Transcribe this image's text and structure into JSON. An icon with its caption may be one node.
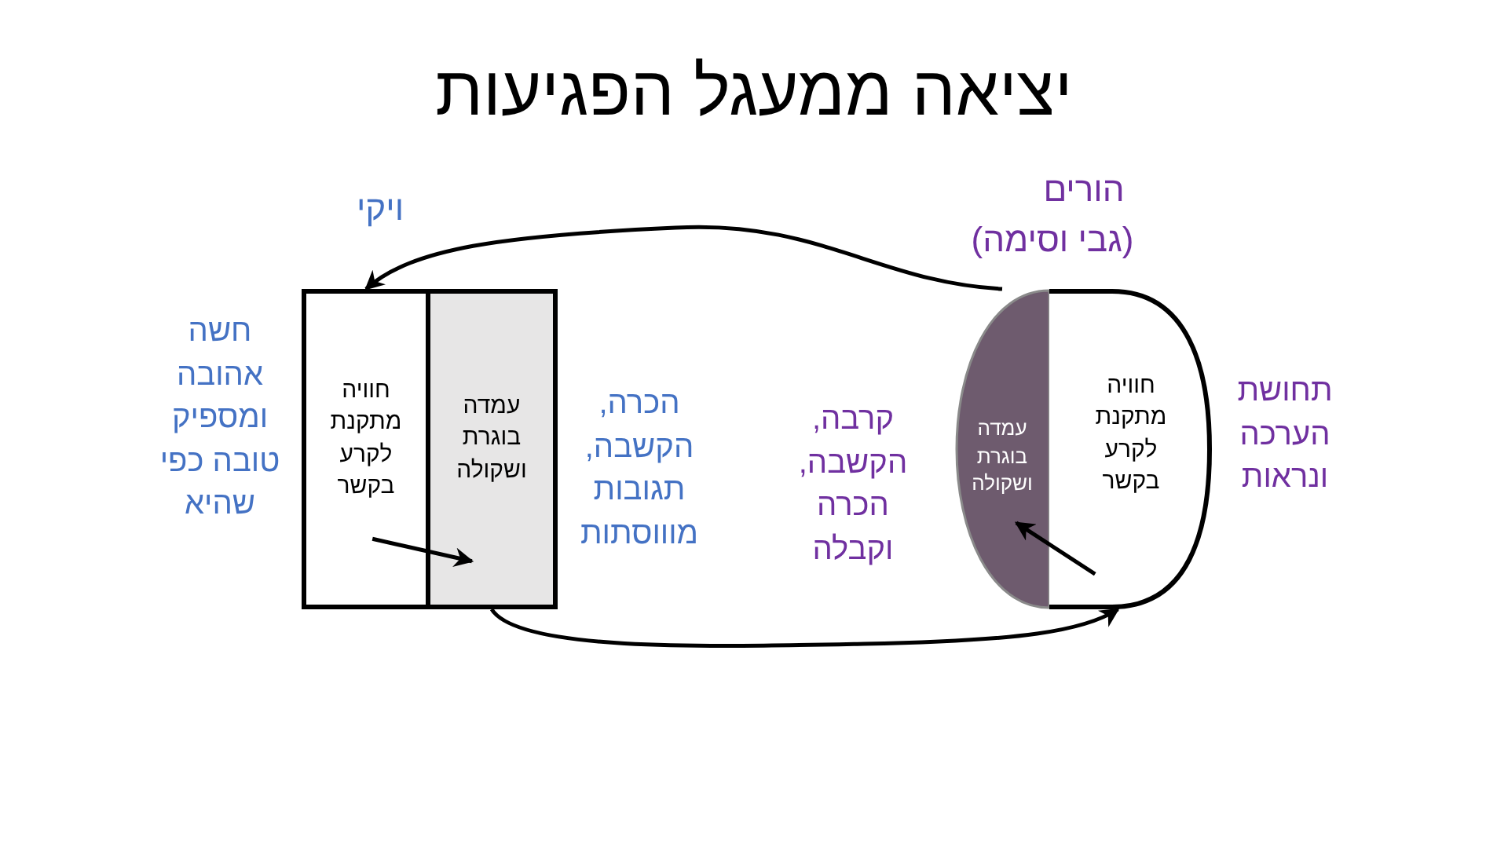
{
  "diagram": {
    "title": "יציאה ממעגל הפגיעות",
    "nodes": [
      {
        "text": [
          "חוויה מתקנת לקרע בקשר"
        ]
      },
      {
        "text": [
          "עמדה בוגרת ושקולה"
        ]
      },
      {
        "text": [
          "עמדה בוגרת ושקולה"
        ]
      },
      {
        "text": [
          "חוויה מתקנת לקרע בקשר"
        ]
      }
    ],
    "edges": [
      {
        "from": 2,
        "to": 0,
        "arrow": "to"
      },
      {
        "from": 1,
        "to": 3,
        "arrow": "to"
      },
      {
        "from": 0,
        "to": 1,
        "arrow": "to"
      },
      {
        "from": 3,
        "to": 2,
        "arrow": "to"
      }
    ],
    "labels": [
      "ויקי",
      "הורים",
      "(גבי וסימה)",
      "חשה אהובה ומספיק טובה כפי שהיא",
      "הכרה, הקשבה, תגובות מוווסתות",
      "קרבה, הקשבה, הכרה וקבלה",
      "תחושת הערכה ונראות"
    ]
  }
}
